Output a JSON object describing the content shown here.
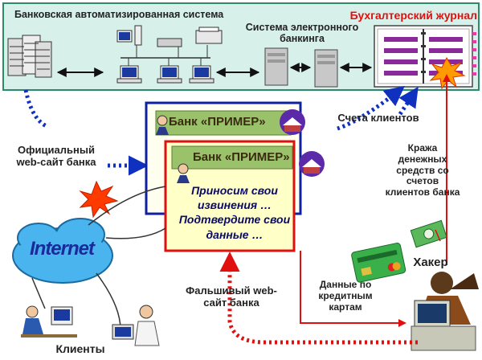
{
  "top_panel": {
    "banking_system_label": "Банковская автоматизированная система",
    "ebanking_label": "Система электронного банкинга",
    "journal_label": "Бухгалтерский журнал"
  },
  "labels": {
    "official_site": "Официальный web-сайт банка",
    "client_accounts": "Счета клиентов",
    "theft": "Кража денежных средств со счетов клиентов банка",
    "hacker": "Хакер",
    "card_data": "Данные по кредитным картам",
    "fake_site": "Фальшивый web-сайт банка",
    "clients": "Клиенты",
    "internet": "Internet"
  },
  "bank_sites": {
    "real_title": "Банк «ПРИМЕР»",
    "fake_title": "Банк «ПРИМЕР»",
    "fake_message": "Приносим свои извинения … Подтвердите свои данные …"
  },
  "colors": {
    "panel_bg": "#d8f0ea",
    "panel_border": "#2a8a6a",
    "blue_arrow": "#1030c0",
    "red_arrow": "#e01010",
    "fake_site_bg": "#ffffc8"
  }
}
